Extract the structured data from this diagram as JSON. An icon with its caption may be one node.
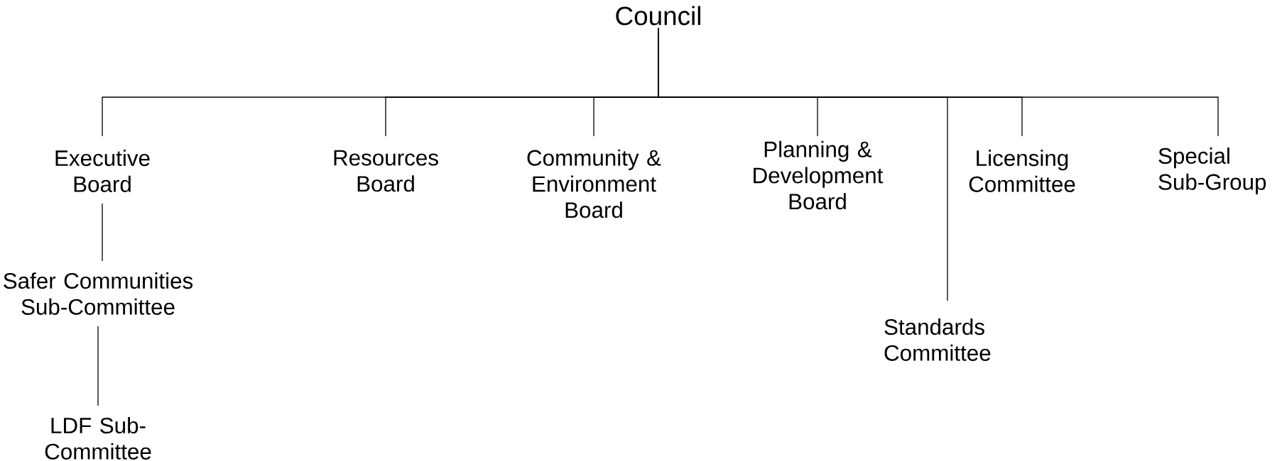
{
  "diagram": {
    "nodes": [
      {
        "text": [
          "Council"
        ]
      },
      {
        "text": [
          "Executive Board"
        ]
      },
      {
        "text": [
          "Resources Board"
        ]
      },
      {
        "text": [
          "Community & Environment Board"
        ]
      },
      {
        "text": [
          "Planning & Development Board"
        ]
      },
      {
        "text": [
          "Standards Committee"
        ]
      },
      {
        "text": [
          "Licensing Committee"
        ]
      },
      {
        "text": [
          "Special Sub-Group"
        ]
      },
      {
        "text": [
          "Safer Communities Sub-Committee"
        ]
      },
      {
        "text": [
          "LDF Sub-Committee"
        ]
      }
    ],
    "edges": [
      {
        "from": 0,
        "to": 1,
        "arrow": "none"
      },
      {
        "from": 0,
        "to": 2,
        "arrow": "none"
      },
      {
        "from": 0,
        "to": 3,
        "arrow": "none"
      },
      {
        "from": 0,
        "to": 4,
        "arrow": "none"
      },
      {
        "from": 0,
        "to": 5,
        "arrow": "none"
      },
      {
        "from": 0,
        "to": 6,
        "arrow": "none"
      },
      {
        "from": 0,
        "to": 7,
        "arrow": "none"
      },
      {
        "from": 1,
        "to": 8,
        "arrow": "none"
      },
      {
        "from": 8,
        "to": 9,
        "arrow": "none"
      }
    ]
  }
}
